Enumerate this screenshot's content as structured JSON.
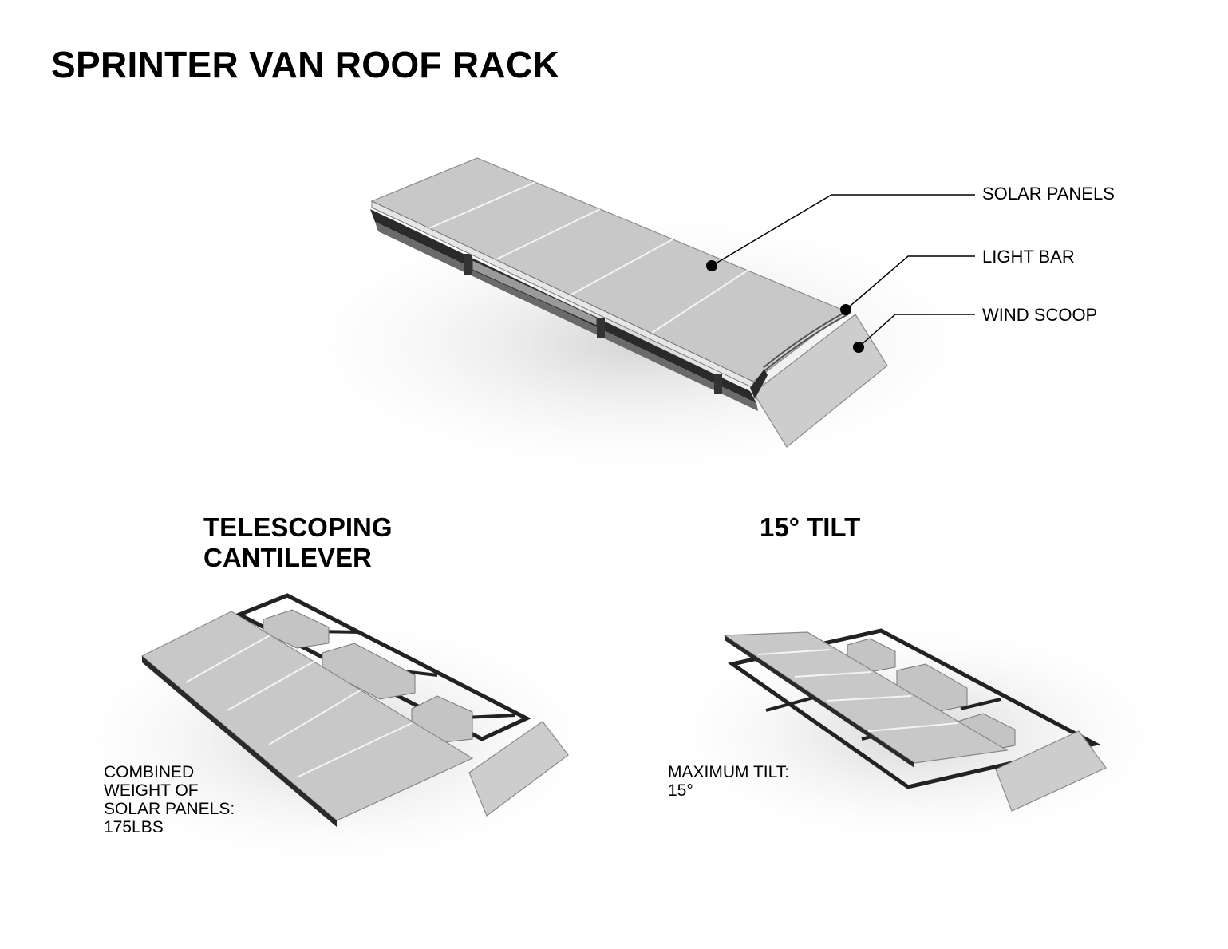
{
  "title": "SPRINTER VAN ROOF RACK",
  "callouts": [
    {
      "id": "solar-panels",
      "label": "SOLAR PANELS"
    },
    {
      "id": "light-bar",
      "label": "LIGHT BAR"
    },
    {
      "id": "wind-scoop",
      "label": "WIND SCOOP"
    }
  ],
  "sections": {
    "telescoping": {
      "title_line1": "TELESCOPING",
      "title_line2": "CANTILEVER",
      "note_lines": [
        "COMBINED",
        "WEIGHT OF",
        "SOLAR PANELS:",
        "175LBS"
      ]
    },
    "tilt": {
      "title": "15° TILT",
      "note_lines": [
        "MAXIMUM TILT:",
        "15°"
      ]
    }
  },
  "colors": {
    "panel": "#c8c8c8",
    "frame": "#1a1a1a",
    "shadow": "#d9d9d9"
  }
}
